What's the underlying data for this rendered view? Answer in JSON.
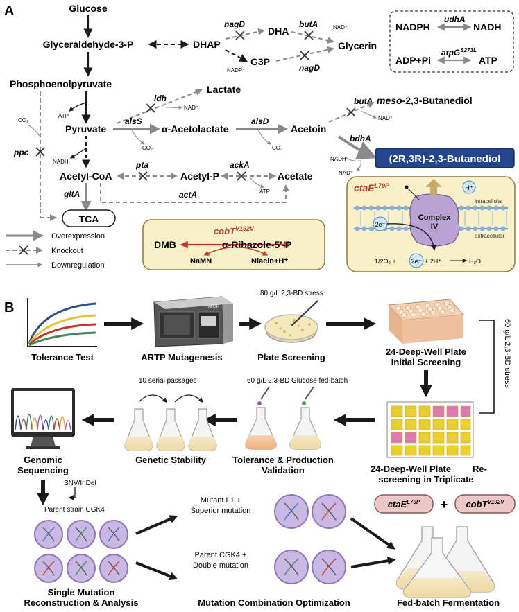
{
  "panel_a": {
    "label": "A",
    "metabolites": {
      "glucose": "Glucose",
      "g3p_full": "Glyceraldehyde-3-P",
      "dhap": "DHAP",
      "dha": "DHA",
      "g3p": "G3P",
      "glycerin": "Glycerin",
      "pep": "Phosphoenolpyruvate",
      "lactate": "Lactate",
      "pyruvate": "Pyruvate",
      "acetolactate": "α-Acetolactate",
      "acetoin": "Acetoin",
      "meso_prefix": "meso",
      "meso_rest": "-2,3-Butanediol",
      "bdo_2r3r": "(2R,3R)-2,3-Butanediol",
      "acetyl_coa": "Acetyl-CoA",
      "acetyl_p": "Acetyl-P",
      "acetate": "Acetate",
      "tca": "TCA"
    },
    "genes": {
      "nagD_top": "nagD",
      "nagD_bottom": "nagD",
      "butA_top": "butA",
      "butA_mid": "butA",
      "ldh": "ldh",
      "alsS": "alsS",
      "alsD": "alsD",
      "bdhA": "bdhA",
      "ppc": "ppc",
      "pta": "pta",
      "ackA": "ackA",
      "gltA": "gltA",
      "actA": "actA"
    },
    "cofactors": {
      "nad_dha": "NAD⁺",
      "nadp_g3p": "NADP⁺",
      "co2_ppc": "CO₂",
      "atp_pyr": "ATP",
      "nadh_pyr": "NADH",
      "nad_ldh": "NAD⁺",
      "co2_alsS": "CO₂",
      "co2_alsD": "CO₂",
      "nad_butA": "NAD⁺",
      "nadh_bdhA": "NADH",
      "nad_bdhA": "NAD⁺",
      "atp_ackA": "ATP"
    },
    "cofactor_box": {
      "nadph": "NADPH",
      "nadh": "NADH",
      "udhA": "udhA",
      "adp": "ADP+Pi",
      "atp": "ATP",
      "atpG": "atpG",
      "atpG_sup": "S273L"
    },
    "legend": [
      "Overexpression",
      "Knockout",
      "Downregulation"
    ],
    "cobT_box": {
      "gene": "cobT",
      "sup": "V192V",
      "dmb": "DMB",
      "ribazole": "α-Ribazole-5'-P",
      "namn": "NaMN",
      "niacin": "Niacin+H⁺"
    },
    "ctaE_box": {
      "gene": "ctaE",
      "sup": "L79P",
      "h_plus": "H⁺",
      "intracellular": "intracellular",
      "extracellular": "extracellular",
      "complex_1": "Complex",
      "complex_2": "IV",
      "e_minus": "2e⁻",
      "eq_left": "1/2O₂ +",
      "eq_mid": "+ 2H⁺",
      "eq_right": "H₂O"
    }
  },
  "panel_b": {
    "label": "B",
    "steps": {
      "tolerance": "Tolerance Test",
      "artp": "ARTP Mutagenesis",
      "artp_brand": "ARTP",
      "plate_stress": "80 g/L 2,3-BD stress",
      "plate": "Plate Screening",
      "deep1_l1": "24-Deep-Well Plate",
      "deep1_l2": "Initial Screening",
      "side_stress": "60 g/L 2,3-BD stress",
      "deep2_l1": "24-Deep-Well Plate",
      "deep2_l1b": "Re-",
      "deep2_l2": "screening in Triplicate",
      "flask_bd": "60 g/L 2,3-BD",
      "flask_glc": "Glucose fed-batch",
      "tol_prod_l1": "Tolerance & Production",
      "tol_prod_l2": "Validation",
      "serial": "10 serial passages",
      "stability": "Genetic Stability",
      "genomic_l1": "Genomic",
      "genomic_l2": "Sequencing",
      "snv": "SNV/InDel",
      "parent": "Parent strain CGK4",
      "single_l1": "Single Mutation",
      "single_l2": "Reconstruction & Analysis",
      "mutant_l1": "Mutant L1 +",
      "mutant_l2": "Superior mutation",
      "parent2_l1": "Parent CGK4 +",
      "parent2_l2": "Double mutation",
      "combo": "Mutation Combination Optimization",
      "badge1": "ctaE",
      "badge1_sup": "L79P",
      "plus": "+",
      "badge2": "cobT",
      "badge2_sup": "V192V",
      "fedbatch": "Fed-batch Fermentation"
    }
  },
  "colors": {
    "overexpression": "#8a8a8a",
    "knockout": "#444444",
    "target_box": "#24468c",
    "highlight_red": "#c0392b",
    "cream_panel": "#f7f0c9",
    "cream_border": "#8c7a3a",
    "well_yellow": "#e9cf2f",
    "well_pink": "#de78b0"
  }
}
